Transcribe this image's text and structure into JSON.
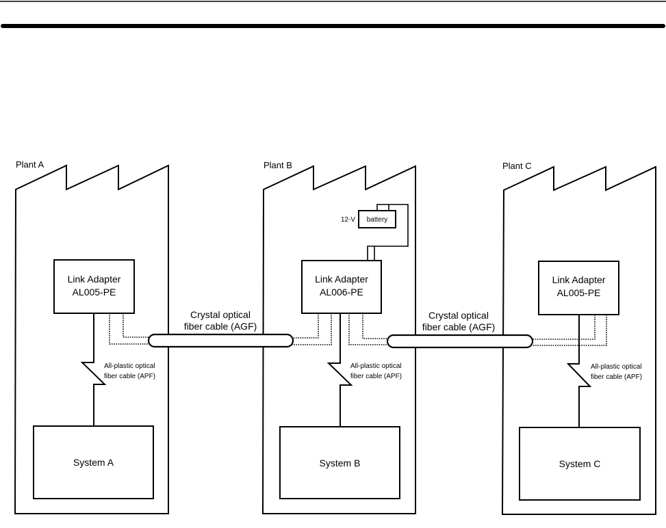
{
  "plants": [
    {
      "label": "Plant A",
      "adapter": {
        "line1": "Link Adapter",
        "line2": "AL005-PE"
      },
      "system": "System A",
      "apf_label": {
        "line1": "All-plastic optical",
        "line2": "fiber cable (APF)"
      }
    },
    {
      "label": "Plant B",
      "adapter": {
        "line1": "Link Adapter",
        "line2": "AL006-PE"
      },
      "system": "System B",
      "apf_label": {
        "line1": "All-plastic optical",
        "line2": "fiber cable (APF)"
      },
      "battery": {
        "voltage": "12-V",
        "label": "battery"
      }
    },
    {
      "label": "Plant C",
      "adapter": {
        "line1": "Link Adapter",
        "line2": "AL005-PE"
      },
      "system": "System C",
      "apf_label": {
        "line1": "All-plastic optical",
        "line2": "fiber cable (APF)"
      }
    }
  ],
  "cables": [
    {
      "line1": "Crystal optical",
      "line2": "fiber cable (AGF)",
      "connects": [
        "Plant A",
        "Plant B"
      ]
    },
    {
      "line1": "Crystal optical",
      "line2": "fiber cable (AGF)",
      "connects": [
        "Plant B",
        "Plant C"
      ]
    }
  ]
}
